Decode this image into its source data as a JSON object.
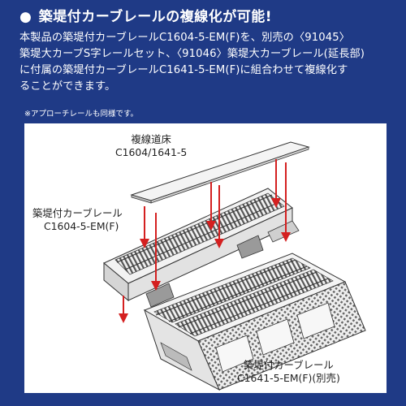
{
  "headline": {
    "bullet": "●",
    "text": "築堤付カーブレールの複線化が可能!"
  },
  "body": {
    "lines": [
      "本製品の築堤付カーブレールC1604-5-EM(F)を、別売の〈91045〉",
      "築堤大カーブS字レールセット、〈91046〉築堤大カーブレール(延長部)",
      "に付属の築堤付カーブレールC1641-5-EM(F)に組合わせて複線化す",
      "ることができます。"
    ]
  },
  "note": "※アプローチレールも同様です。",
  "diagram": {
    "label_top": [
      "複線道床",
      "C1604/1641-5"
    ],
    "label_left": [
      "築堤付カーブレール",
      "C1604-5-EM(F)"
    ],
    "label_bottom": [
      "築堤付カーブレール",
      "C1641-5-EM(F)(別売)"
    ]
  },
  "colors": {
    "background": "#1f3a86",
    "panel": "#ffffff",
    "arrow": "#d42020",
    "line": "#333333"
  }
}
